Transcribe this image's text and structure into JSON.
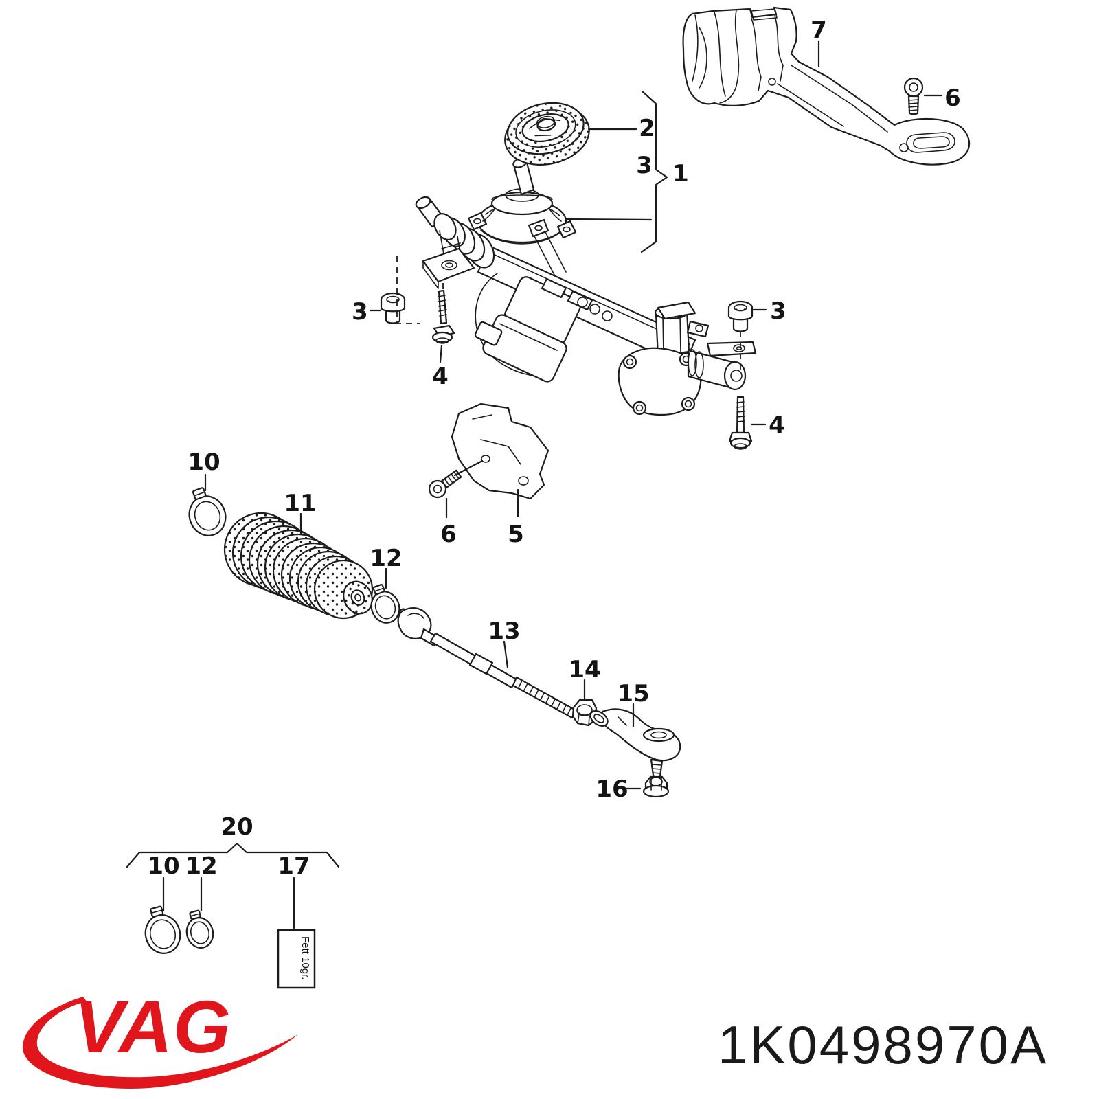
{
  "colors": {
    "brand_red": "#e0161c",
    "line": "#1c1c1c"
  },
  "brand": {
    "logo_text": "VAG"
  },
  "footer": {
    "part_number": "1K0498970A"
  },
  "grease_box": {
    "label": "Fett 10gr."
  },
  "callouts": {
    "n1": "1",
    "n2": "2",
    "n3": "3",
    "n4": "4",
    "n5": "5",
    "n6": "6",
    "n7": "7",
    "n10": "10",
    "n11": "11",
    "n12": "12",
    "n13": "13",
    "n14": "14",
    "n15": "15",
    "n16": "16",
    "n17": "17",
    "n20": "20"
  }
}
